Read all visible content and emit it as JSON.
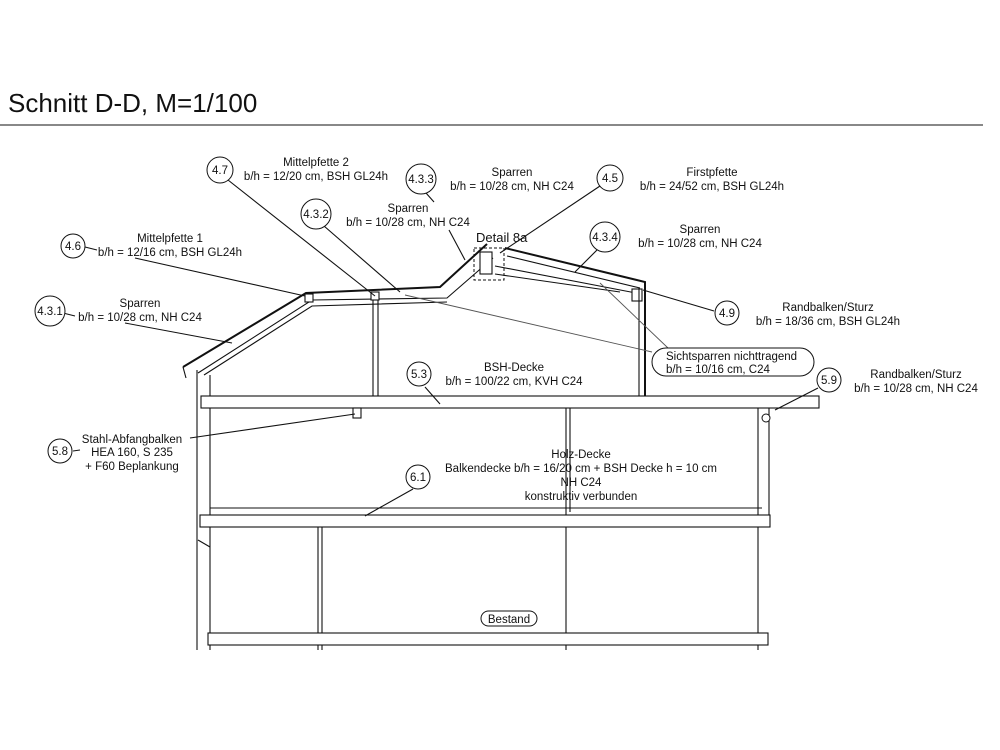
{
  "title": "Schnitt D-D, M=1/100",
  "callouts": {
    "c47": "4.7",
    "c433": "4.3.3",
    "c45": "4.5",
    "c432": "4.3.2",
    "c434": "4.3.4",
    "c46": "4.6",
    "c431": "4.3.1",
    "c49": "4.9",
    "c53": "5.3",
    "c59": "5.9",
    "c58": "5.8",
    "c61": "6.1"
  },
  "labels": {
    "mittelpfette2": {
      "name": "Mittelpfette 2",
      "spec": "b/h = 12/20 cm, BSH GL24h"
    },
    "sparren433": {
      "name": "Sparren",
      "spec": "b/h = 10/28 cm, NH C24"
    },
    "firstpfette": {
      "name": "Firstpfette",
      "spec": "b/h = 24/52 cm, BSH GL24h"
    },
    "sparren432": {
      "name": "Sparren",
      "spec": "b/h = 10/28 cm, NH C24"
    },
    "detail": "Detail 8a",
    "sparren434": {
      "name": "Sparren",
      "spec": "b/h = 10/28 cm, NH C24"
    },
    "mittelpfette1": {
      "name": "Mittelpfette 1",
      "spec": "b/h = 12/16 cm, BSH GL24h"
    },
    "sparren431": {
      "name": "Sparren",
      "spec": "b/h = 10/28 cm, NH C24"
    },
    "randbalken49": {
      "name": "Randbalken/Sturz",
      "spec": "b/h = 18/36 cm, BSH GL24h"
    },
    "sichtsparren": {
      "name": "Sichtsparren nichttragend",
      "spec": "b/h = 10/16 cm, C24"
    },
    "bshdecke": {
      "name": "BSH-Decke",
      "spec": "b/h = 100/22 cm, KVH C24"
    },
    "randbalken59": {
      "name": "Randbalken/Sturz",
      "spec": "b/h = 10/28 cm, NH C24"
    },
    "stahl": {
      "name": "Stahl-Abfangbalken",
      "spec": "HEA 160, S 235",
      "extra": "+ F60 Beplankung"
    },
    "holzdecke": {
      "name": "Holz-Decke",
      "spec": "Balkendecke b/h = 16/20 cm + BSH Decke h = 10 cm",
      "material": "NH C24",
      "note": "konstruktiv verbunden"
    },
    "bestand": "Bestand"
  }
}
